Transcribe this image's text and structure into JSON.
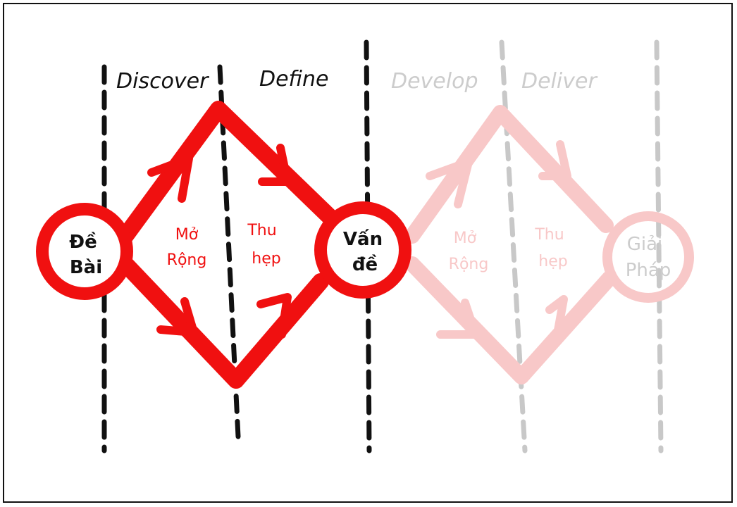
{
  "phases": {
    "discover": "Discover",
    "define": "Define",
    "develop": "Develop",
    "deliver": "Deliver"
  },
  "nodes": {
    "start": [
      "Đề",
      "Bài"
    ],
    "problem": [
      "Vấn",
      "đề"
    ],
    "solution": [
      "Giải",
      "Pháp"
    ]
  },
  "diamond1": {
    "expand": [
      "Mở",
      "Rộng"
    ],
    "narrow": [
      "Thu",
      "hẹp"
    ]
  },
  "diamond2": {
    "expand": [
      "Mở",
      "Rộng"
    ],
    "narrow": [
      "Thu",
      "hẹp"
    ]
  },
  "colors": {
    "active": "#f01010",
    "faded": "#f8c8c8",
    "dash_active": "#111111",
    "dash_faded": "#c8c8c8",
    "text_faded": "#cccccc"
  }
}
